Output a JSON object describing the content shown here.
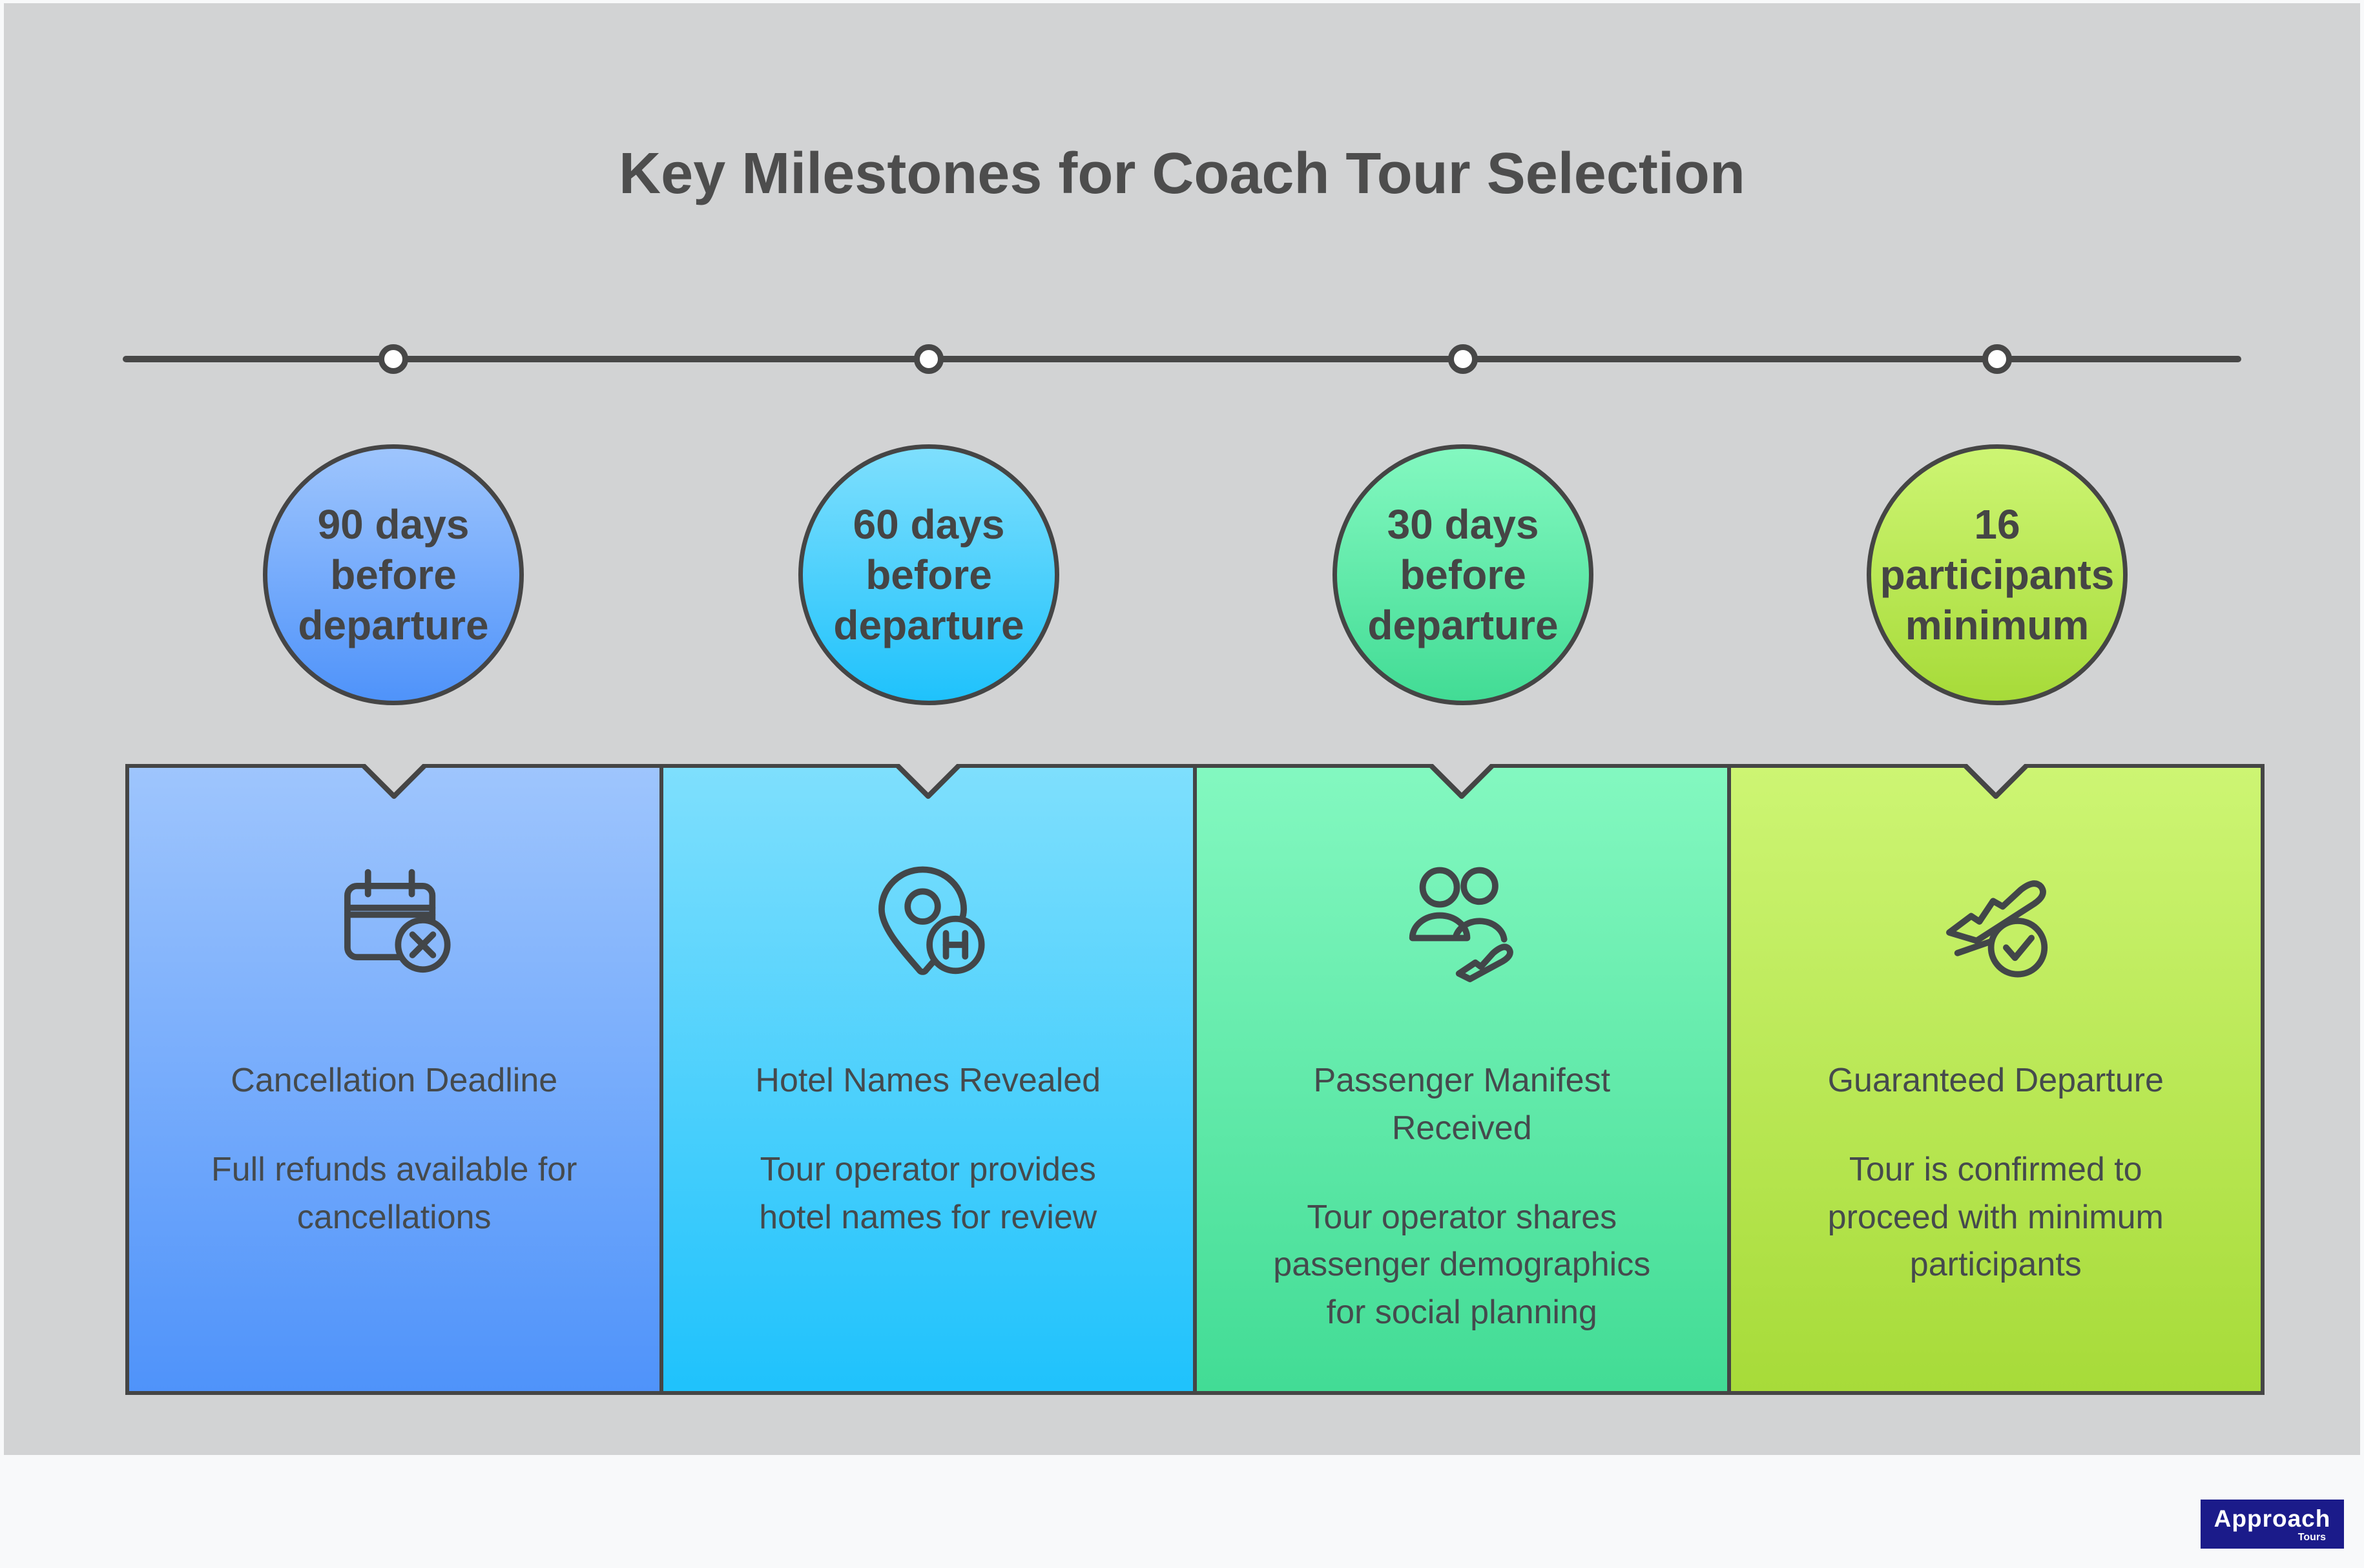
{
  "page": {
    "title": "Key Milestones for Coach Tour Selection"
  },
  "colors": {
    "page_background": "#f8f9fa",
    "canvas_background": "#d2d3d4",
    "outline_stroke": "#454545",
    "title_text": "#4d4d4d",
    "body_text": "#454a4d",
    "timeline": "#474747",
    "logo_background": "#1b1b8a",
    "logo_text": "#ffffff"
  },
  "milestones": [
    {
      "badge": "90 days\nbefore\ndeparture",
      "title": "Cancellation Deadline",
      "description": "Full refunds available for\ncancellations",
      "icon": "calendar-cancel-icon",
      "color_top": "#9ec5fd",
      "color_bottom": "#4f93fa",
      "icon_fill": "#8ab9fc"
    },
    {
      "badge": "60 days\nbefore\ndeparture",
      "title": "Hotel Names Revealed",
      "description": "Tour operator provides\nhotel names for review",
      "icon": "hotel-location-pin-icon",
      "color_top": "#7edffd",
      "color_bottom": "#1fc2fc",
      "icon_fill": "#66d8fd"
    },
    {
      "badge": "30 days\nbefore\ndeparture",
      "title": "Passenger Manifest\nReceived",
      "description": "Tour operator shares\npassenger demographics\nfor social planning",
      "icon": "passenger-group-plane-icon",
      "color_top": "#83f8c0",
      "color_bottom": "#42dc95",
      "icon_fill": "#73f1b5"
    },
    {
      "badge": "16\nparticipants\nminimum",
      "title": "Guaranteed Departure",
      "description": "Tour is confirmed to\nproceed with minimum\nparticipants",
      "icon": "plane-checkmark-icon",
      "color_top": "#cdf573",
      "color_bottom": "#a7db39",
      "icon_fill": "#c4ef65"
    }
  ],
  "logo": {
    "brand": "Approach",
    "sub": "Tours"
  }
}
